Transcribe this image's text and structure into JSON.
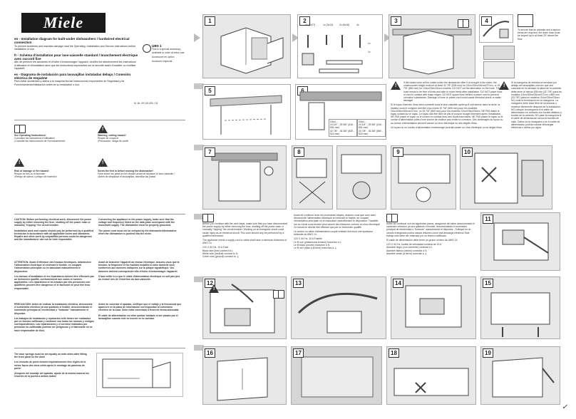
{
  "logo": "Miele",
  "doc": {
    "en_title": "en - Installation diagram for built-under dishwashers / hardwired electrical connection",
    "en_desc": "To prevent accidents and machine damage read the Operating / Installation and Service Instructions before installation or use.",
    "fr_title": "fr - Schéma d'installation pour lave-vaisselle standard / branchement électrique avec raccord fixe",
    "fr_desc": "Afin de prévenir les accidents et d'éviter d'endommager l'appareil, veuillez lire attentivement les Instructions d'utilisation et d'installation ainsi que les instructions importantes sur la sécurité avant d'installer ou d'utiliser l'appareil.",
    "es_title": "es - Diagrama de instalación para lavavajillas instaladas debajo / Conexión eléctrica de empalme",
    "es_desc": "Para evitar accidentes y daños a la máquina lea las Instrucciones Importantes de Seguridad y de Funcionamiento/Instalación antes de su instalación o uso.",
    "docnum": "M.-Nr. 09 115 630 / 01"
  },
  "accessory": {
    "code": "UBS 1",
    "en": "This is a special accessory available to order at extra cost",
    "fr": "Accessoire en option",
    "es": "Accesorio especial"
  },
  "notices": {
    "see_en": "See Operating Instructions!",
    "see_fr": "Consultez les instructions d'utilisation!",
    "see_es": "¡Consulte las Instrucciones de Funcionamiento!",
    "warn_en": "Warning, cutting hazard!",
    "warn_fr": "Risque de coupure!",
    "warn_es": "¡Precaución, riesgo de corte!",
    "damage_en": "Risk of damage or fire hazard!",
    "damage_fr": "Risque de bris ou d'incendie!",
    "damage_es": "¡Riesgo de daños o peligro de incendio!",
    "screw_en": "Screw the feet in before moving the dishwasher!",
    "screw_fr": "Faire entrer les pieds en les vissant avant de déplacer le lave-vaisselle !",
    "screw_es": "¡Antes de desplazar el lavavajillas, atornillar las patas!"
  },
  "caution": {
    "en1": "CAUTION: Before performing electrical work, disconnect the power supply by either removing the fuse, shutting off the power main or manually \"tripping\" the circuit breaker.",
    "en2": "Installation work and repairs should only be performed by a qualified technician in accordance with all applicable codes and standards. Repairs and other work by unqualified persons could be dangerous and the manufacturer can not be held responsible.",
    "en3": "Connecting the appliance to the power supply, make sure that the voltage and frequency listed on the data plate correspond with the household supply. The dishwasher must be properly grounded.",
    "en4": "The power cord must not be crimped by the dishwasher/dishwasher when the dishwasher is pushed into the niche.",
    "fr1": "ATTENTION: Avant d'effectuer des travaux électriques, débranchez l'alimentation électrique en enlevant le fusible, en coupant l'alimentation principale ou en basculant manuellement le disjoncteur.",
    "fr2": "Les travaux d'installation et les réparations doivent être effectués par un technicien qualifié, conformément aux codes et normes applicables. Les réparations et les travaux par des personnes non qualifiées peuvent être dangereux et le fabricant ne peut être tenu responsable.",
    "fr3": "Avant de brancher l'appareil au réseau électrique, assurez-vous que la tension, la fréquence et les fusibles installés à votre domicile sont conformes aux données indiquées sur la plaque signalétique. Vos données doivent correspondre afin d'éviter d'endommager l'appareil.",
    "fr4": "Il faut veiller à ce que le câble d'alimentation électrique ne soit pas pris ou écrasé lors de l'insertion du lave-vaisselle.",
    "es1": "PRECAUCIÓN: Antes de realizar la instalación eléctrica, desconecte el suministro eléctrico ya sea quitando el fusible, desconectando el suministro principal de electricidad o \"botando\" manualmente el disyuntor.",
    "es2": "Los trabajos de instalación y reparación sólo deben ser realizados por un técnico calificado y conforme con todas las normas y códigos correspondientes. Las reparaciones y el servicio realizados por personas no calificadas podrían ser peligrosos y el fabricante no se hace responsable de ellos.",
    "es3": "Antes de conectar el aparato, verifique que el voltaje y la frecuencia que aparecen en la placa de información correspondan al suministro eléctrico de la casa. Debe estar conectado a tierra de forma adecuada.",
    "es4": "El cable de alimentación no debe quedar doblado ni ser pisado por el lavavajillas cuando éste se inserte en la cavidad."
  },
  "door_note": {
    "en": "The door springs must be set equally on both sides after fitting the front panel to the door!",
    "fr": "Les ressorts de porte doivent impérativement être réglés de la même façon des deux côtés après le montage du panneau de porte!",
    "es": "¡Después del montaje del aparato, ajuste de la misma manera los resortes de la puerta a ambos lados!"
  },
  "parts": {
    "p1": "4x (4x27)",
    "p2": "1x (3x13)",
    "p3": "2x (6x16)",
    "p4": "4x",
    "p5": "1x",
    "p6": "1x"
  },
  "step3_text": {
    "en": "If the intake hose will be cutted under the dishwasher after it is brought in the niche, the undercounter height must be at least 32 7/8\" (835 mm) for G4xx/G5xx/G6xxx/G7xxx, or 33 7/8\" (860 mm) for G4xx/G5xx/G6xxx models. DO NOT cut the fabrication on the hose. The hose needs to be free of kinks and able to move freely after installation. DO NOT place hose or cord in contact with sharp edges. DO NOT space hose behind a power cord to prevent corrosion substances. Damage of hose or power cord could cause electrical shock or water damage!",
    "fr": "Si le tuyau d'arrivée d'eau sera connecté sous le lave-vaisselle après qu'il soit amené dans la niche, la hauteur sous le comptoir doit être d'au moins 32 7/8\" (835 mm) pour les modèles G4xx/G5xx/G6xxx/G7xxx, ou 33 7/8\" (860 mm) pour les modèles G4xx/G5xx/G6xxx. NE PAS étaler le tuyau sortant sur le tuyau. Le tuyau doit être libre de plis et pouvoir bouger librement après l'installation. NE PAS placer le tuyau ou le cordon en contact avec des bords tranchants. NE PAS placer le tuyau ou le cordon d'alimentation prêts d'une source de chaleur pour éviter la corrosion. Des dommages au tuyau ou au cordon d'alimentation peuvent causer un choc électrique ou des dégâts d'eau.",
    "es": "Un tuyau ou un cordon d'alimentation endommagé pourrait causer un choc électrique ou un dégât d'eau.",
    "es2": "Si la manguera de entrada se enrutara por debajo del lavavajillas una vez que sea colocada en la cavidad, la altura de la cubierta debe tener al menos 835 mm (32 7/8\") para los modelos G4xx/G5xx/G6xxx/G7xxx o 860 mm (33 7/8\") para los modelos G4xx/G5xx/G6xxx. NO corte la terminación en la manguera. La manguera debe estar libre de torceduras y moverse libremente después de la instalación. NO coloque la manguera ni el cable de alimentación en contacto con bordes afilados o bordes de la cubierta. NO pase la manguera ni el cable de alimentación cerca de fuentes de calor. Daños en la manguera o en el cable de alimentación podrían causar descargas eléctricas o daños por agua."
  },
  "step5_dims": {
    "a": "24 1/4\" - 25 5/8\" (616 - 651 mm)",
    "b": "32 7/8\" - 36 3/8\" (835 - 924 mm)",
    "c": "33 7/8\" - 36 3/8\" (860 - 924 mm)",
    "d": "24 1/4\" - 25 5/8\" (616 - 651 mm)",
    "m1": "G4xx...",
    "m2": "G4xx..."
  },
  "wiring": {
    "en": "Before you continue with the next steps, make sure that you have disconnected the power supply by either removing the fuse, shutting off the power main or manually \"tripping\" the circuit breaker. Working on an energized circuit could cause injury as an electrical shock! This work should only be performed by a qualified technician.",
    "en2": "The appliance needs a supply cord or cable shall have a minimum thickness of AWG 14.",
    "spec": "120 V, 60 Hz, 15 A Fuse",
    "r1a": "Black wire (line)",
    "r1b": "connect to L",
    "r2a": "White wire (neutral)",
    "r2b": "connect to N",
    "r3a": "Green wire (ground)",
    "r3b": "connect to ⏚",
    "fr": "Avant de continuer avec les prochaines étapes, assurez-vous que vous avez déconnecté l'alimentation électrique en enlevant le fusible, en coupant l'alimentation principale ou en basculant manuellement le disjoncteur. Travailler sur un circuit sous tension peut causer des blessures comme un choc électrique! Ce travail ne devrait être effectué que par un technicien qualifié.",
    "fr2": "Le cordon ou câble d'alimentation couplé existant doit avoir une épaisseur minimale de AWG 14.",
    "fspec": "120 V, 60 Hz, 15 A Fusible",
    "f1a": "Le fil noir (phase/sous tension)",
    "f1b": "branchez à L",
    "f2a": "Le fil blanc (neutre)",
    "f2b": "branchez à N",
    "f3a": "Le fil vert (mise à la terre)",
    "f3b": "branchez à ⏚",
    "es": "Antes de continuar con los siguientes pasos, asegúrese de haber desconectado el suministro eléctrico ya sea quitando el fusible, desconectando el suministro principal de electricidad o \"botando\" manualmente el disyuntor. ¡Trabajar en un circuito energizado podría causar lesiones como una descarga eléctrica! Este trabajo sólo debe ser realizado por un técnico calificado.",
    "es2": "El cable de alimentación debe tener un grosor mínimo de AWG 14.",
    "sspec": "120 V, 60 Hz, fusible de intensidad nominal de 15 A",
    "s1a": "Alambre negro (con corriente)",
    "s1b": "conectar a L",
    "s2a": "Alambre blanco (neutro)",
    "s2b": "conectar a N",
    "s3a": "Alambre verde (a tierra)",
    "s3b": "conectar a ⏚"
  },
  "step4_text": {
    "en": "To ensure that an airbrake and a siphon break are required, the drain hose must be looped up to at least 20\" above the floor.",
    "fr": "Si le tuyau d'évacuation est utilisé pour un raccordement à l'évier, il doit être ramené sous le dessus du comptoir.",
    "es": "Cuando sea necesario utilizar un descanso de aire, la manguera de desagüe debe estar bajo la cubierta."
  },
  "steps": [
    "1",
    "2",
    "3",
    "4",
    "5",
    "6",
    "7",
    "8",
    "9",
    "10",
    "11",
    "12",
    "13",
    "14",
    "15",
    "16",
    "17",
    "18",
    "19"
  ],
  "signature": "✓"
}
